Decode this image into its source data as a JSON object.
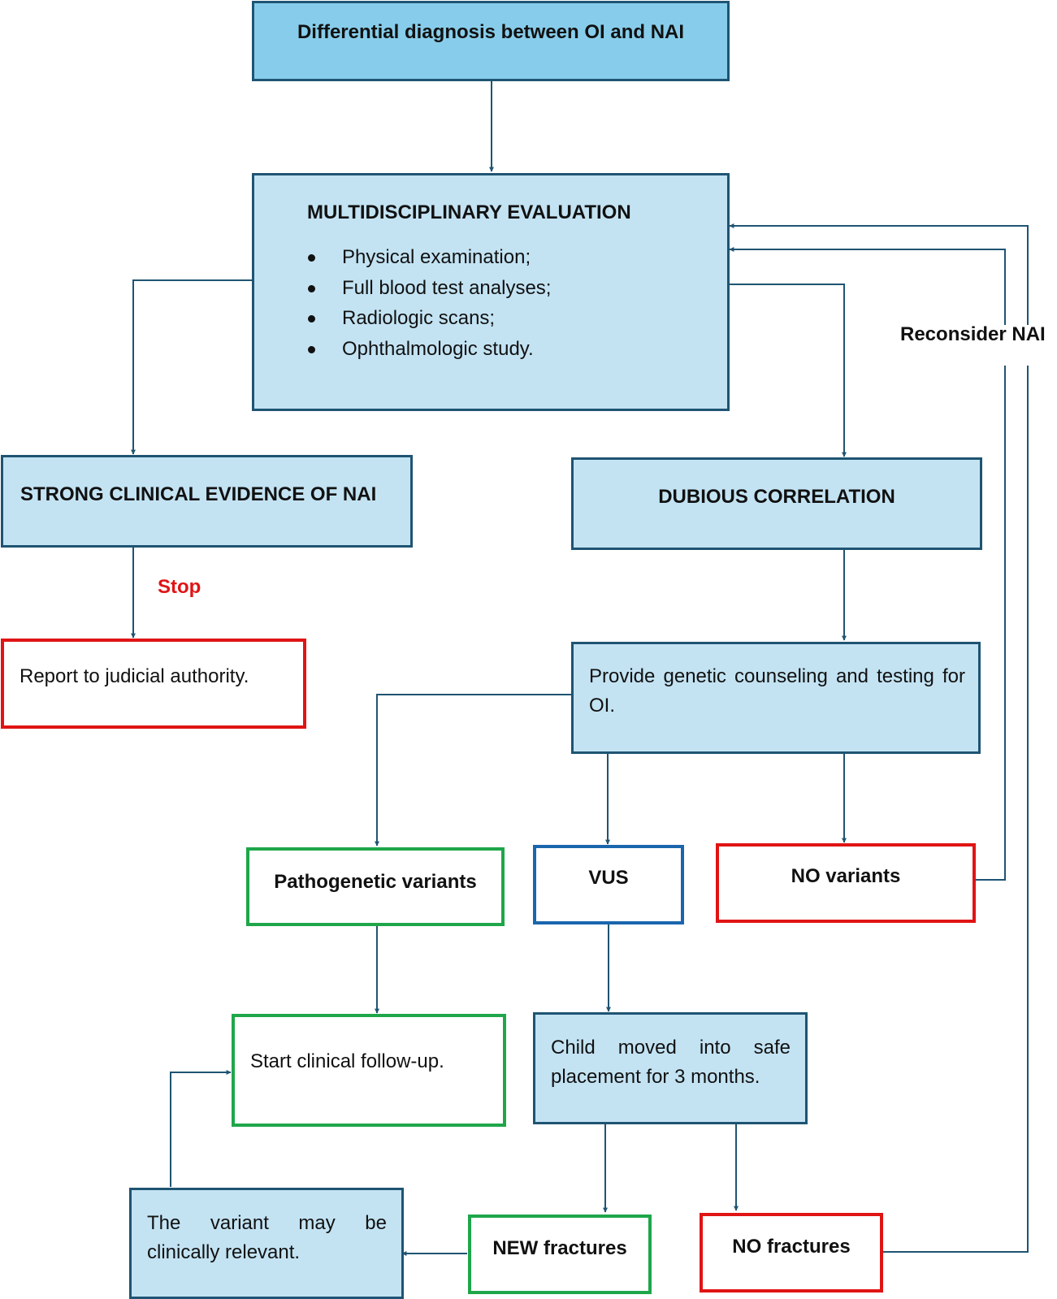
{
  "title": "Differential diagnosis between OI and NAI",
  "evaluation": {
    "heading": "MULTIDISCIPLINARY EVALUATION",
    "items": [
      "Physical examination;",
      "Full blood test analyses;",
      "Radiologic scans;",
      "Ophthalmologic study."
    ]
  },
  "strong_evidence": "STRONG CLINICAL EVIDENCE OF NAI",
  "dubious": "DUBIOUS CORRELATION",
  "stop_label": "Stop",
  "report": "Report to judicial authority.",
  "genetic": "Provide genetic counseling and testing for OI.",
  "pathogenetic": "Pathogenetic variants",
  "vus": "VUS",
  "no_variants": "NO variants",
  "reconsider": "Reconsider NAI",
  "follow_up": "Start clinical follow-up.",
  "safe_placement": "Child moved into safe placement for 3 months.",
  "new_fractures": "NEW fractures",
  "no_fractures": "NO fractures",
  "variant_relevant": "The variant may be clinically relevant.",
  "colors": {
    "box_fill": "#c3e3f3",
    "title_fill": "#87cdeb",
    "box_border": "#1f5472",
    "connector": "#1f5472",
    "red": "#e01414",
    "green": "#1fa64a",
    "blue": "#1a66ad"
  }
}
